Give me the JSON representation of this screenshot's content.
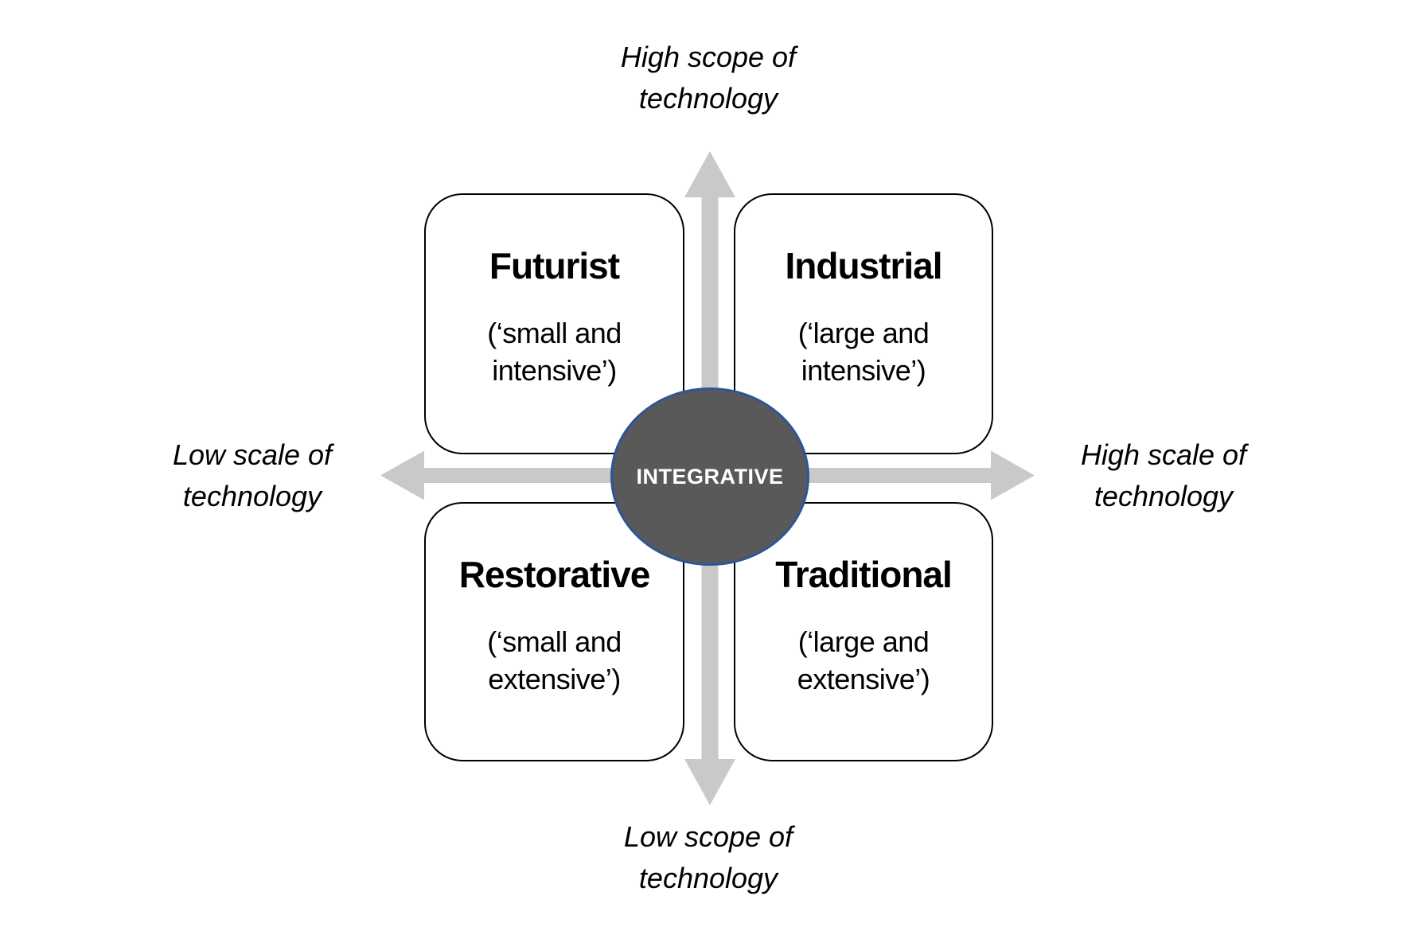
{
  "colors": {
    "circle_fill": "#595959",
    "circle_border": "#2F5597",
    "arrow": "#C9C9C9",
    "box_border": "#000000",
    "text": "#000000",
    "circle_text": "#FFFFFF"
  },
  "axes": {
    "top": [
      "High scope of",
      "technology"
    ],
    "bottom": [
      "Low scope of",
      "technology"
    ],
    "left": [
      "Low scale of",
      "technology"
    ],
    "right": [
      "High scale of",
      "technology"
    ]
  },
  "center": {
    "label": "INTEGRATIVE"
  },
  "quadrants": [
    {
      "id": "futurist",
      "title": "Futurist",
      "subtitle": [
        "(‘small and",
        "intensive’)"
      ]
    },
    {
      "id": "industrial",
      "title": "Industrial",
      "subtitle": [
        "(‘large and",
        "intensive’)"
      ]
    },
    {
      "id": "restorative",
      "title": "Restorative",
      "subtitle": [
        "(‘small and",
        "extensive’)"
      ]
    },
    {
      "id": "traditional",
      "title": "Traditional",
      "subtitle": [
        "(‘large and",
        "extensive’)"
      ]
    }
  ]
}
